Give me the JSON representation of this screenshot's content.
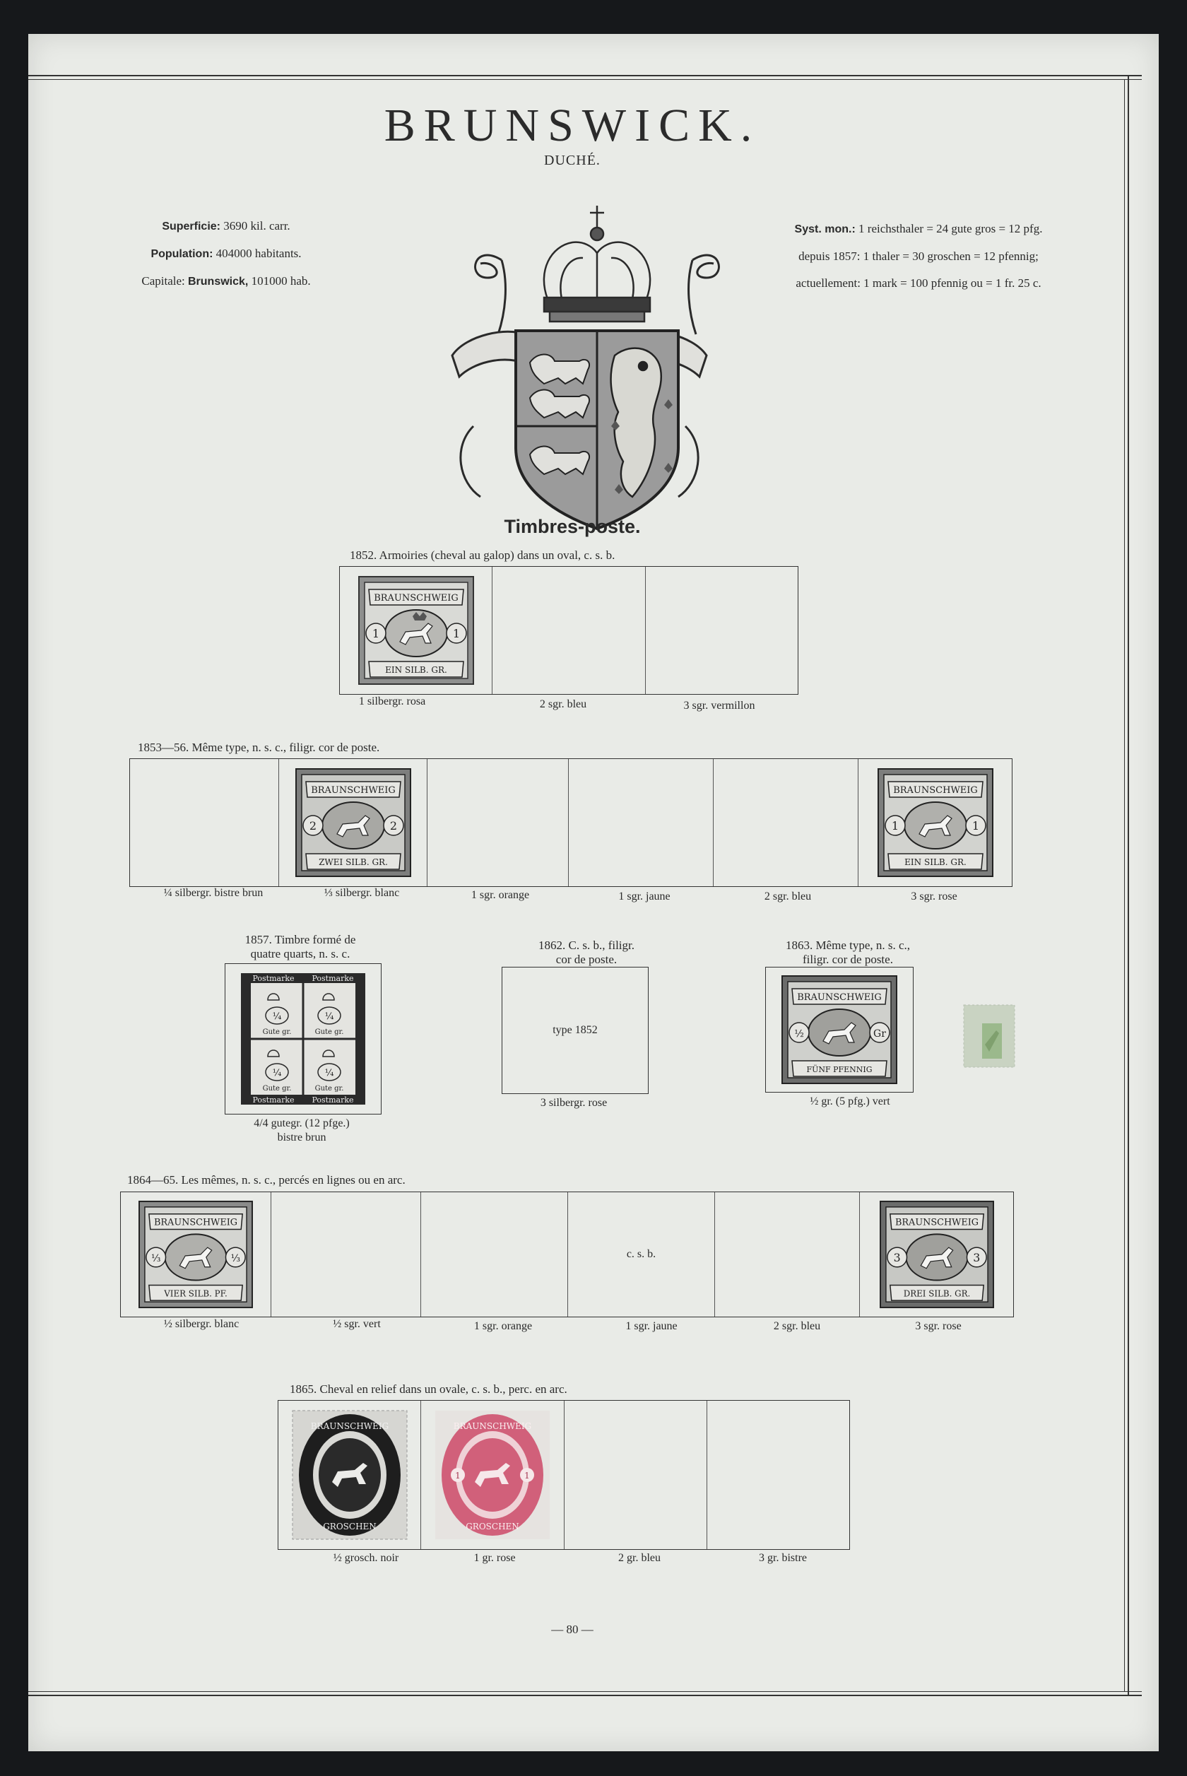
{
  "header": {
    "title": "BRUNSWICK.",
    "subtitle": "DUCHÉ."
  },
  "info_left": [
    {
      "label": "Superficie:",
      "value": " 3690 kil. carr."
    },
    {
      "label": "Population:",
      "value": " 404000 habitants."
    },
    {
      "prefix": "Capitale: ",
      "label": "Brunswick,",
      "value": " 101000 hab."
    }
  ],
  "info_right": {
    "label": "Syst. mon.:",
    "line1": " 1 reichsthaler = 24 gute gros = 12 pfg.",
    "line2": "depuis 1857: 1 thaler = 30 groschen = 12 pfennig;",
    "line3": "actuellement: 1 mark = 100 pfennig ou = 1 fr. 25 c."
  },
  "section_title": "Timbres-poste.",
  "issue_1852": {
    "heading": "1852.  Armoiries (cheval au galop) dans un oval, c.  s. b.",
    "captions": [
      "1 silbergr. rosa",
      "2 sgr. bleu",
      "3 sgr. vermillon"
    ]
  },
  "issue_1853": {
    "heading": "1853—56.  Même type, n. s. c., filigr. cor de poste.",
    "captions": [
      "¼ silbergr. bistre brun",
      "⅓ silbergr. blanc",
      "1 sgr. orange",
      "1 sgr. jaune",
      "2 sgr. bleu",
      "3 sgr. rose"
    ]
  },
  "issue_1857": {
    "heading1": "1857.  Timbre formé de",
    "heading2": "quatre quarts, n. s. c.",
    "caption1": "4/4 gutegr. (12 pfge.)",
    "caption2": "bistre brun"
  },
  "issue_1862": {
    "heading1": "1862.  C. s. b., filigr.",
    "heading2": "cor de poste.",
    "box_text": "type 1852",
    "caption": "3 silbergr. rose"
  },
  "issue_1863": {
    "heading1": "1863. Même type, n. s. c.,",
    "heading2": "filigr. cor de poste.",
    "caption": "½ gr. (5 pfg.) vert"
  },
  "issue_1864": {
    "heading": "1864—65.  Les mêmes, n. s. c., percés en lignes ou en arc.",
    "center_text": "c. s. b.",
    "captions": [
      "½ silbergr. blanc",
      "½ sgr. vert",
      "1 sgr. orange",
      "1 sgr. jaune",
      "2 sgr. bleu",
      "3 sgr. rose"
    ]
  },
  "issue_1865": {
    "heading": "1865.  Cheval en relief dans un ovale, c. s. b., perc. en arc.",
    "captions": [
      "½ grosch. noir",
      "1 gr. rose",
      "2 gr. bleu",
      "3 gr. bistre"
    ]
  },
  "stamp_text": {
    "braunschweig": "BRAUNSCHWEIG",
    "ein_silb": "EIN SILB. GR.",
    "zwei_silb": "ZWEI SILB. GR.",
    "drei_silb": "DREI SILB. GR.",
    "vier_silb": "VIER SILB. PF.",
    "fuenf_pf": "FÜNF PFENNIG",
    "groschen": "GROSCHEN",
    "postmarke": "Postmarke",
    "gutegr": "Gute gr."
  },
  "page_number": "— 80 —",
  "colors": {
    "paper": "#e9ebe7",
    "ink": "#2a2a2a",
    "rose_stamp": "#d1607a",
    "green_fragment": "#9bb98c"
  }
}
